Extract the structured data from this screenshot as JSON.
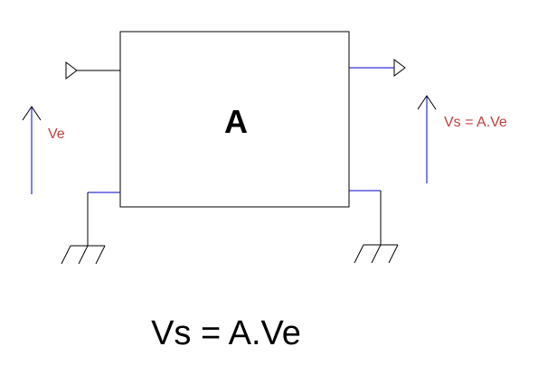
{
  "amplifier": {
    "gain_label": "A"
  },
  "input": {
    "voltage_label": "Ve"
  },
  "output": {
    "voltage_label": "Vs = A.Ve"
  },
  "formula": {
    "text": "Vs = A.Ve"
  },
  "colors": {
    "wire": "#000000",
    "voltage_arrow": "#0000cc",
    "signal_label": "#c04040",
    "formula_text": "#000000"
  },
  "icons": {
    "input_terminal": "triangle-terminal-icon",
    "output_terminal": "triangle-terminal-icon",
    "ground": "ground-symbol-icon",
    "voltage_arrow": "voltage-arrow-icon"
  }
}
